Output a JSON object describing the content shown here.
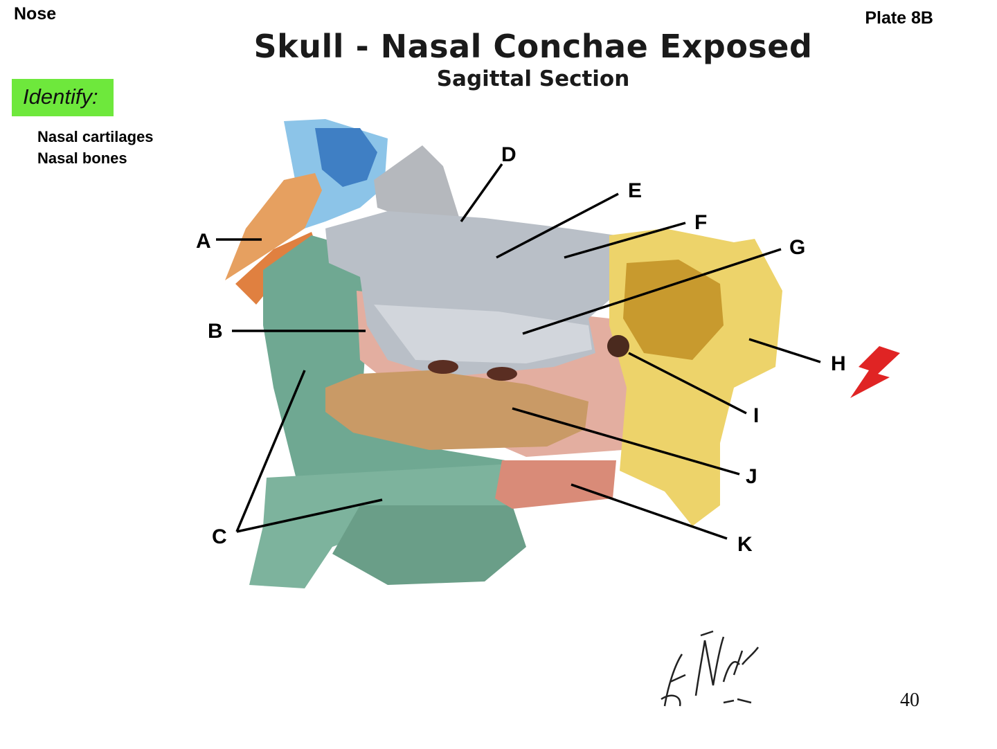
{
  "header": {
    "section": "Nose",
    "plate": "Plate 8B"
  },
  "title": "Skull - Nasal Conchae Exposed",
  "subtitle": "Sagittal Section",
  "identify": {
    "heading": "Identify:",
    "items": [
      "Nasal cartilages",
      "Nasal bones"
    ],
    "badge_color": "#6ee83c"
  },
  "labels": [
    "A",
    "B",
    "C",
    "D",
    "E",
    "F",
    "G",
    "H",
    "I",
    "J",
    "K"
  ],
  "page_number": "40",
  "signature": "F. Netter M.D.",
  "colors": {
    "sinus_blue": "#4a8fd0",
    "cartilage_orange": "#e0894a",
    "bone_green": "#6fa892",
    "concha_gray": "#b8bec6",
    "sphenoid_yellow": "#e8c24a",
    "palate_pink": "#d9a294",
    "inferior_concha_tan": "#c69460",
    "marker_red": "#e02424"
  },
  "icons": [
    "lightning-bolt-icon"
  ]
}
